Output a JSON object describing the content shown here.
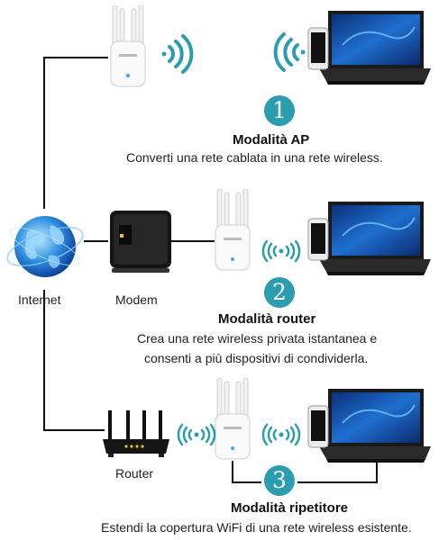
{
  "labels": {
    "internet": "Internet",
    "modem": "Modem",
    "router": "Router"
  },
  "modes": [
    {
      "number": "1",
      "title": "Modalità AP",
      "desc": [
        "Converti una rete cablata in una rete wireless."
      ]
    },
    {
      "number": "2",
      "title": "Modalità router",
      "desc": [
        "Crea una rete wireless privata istantanea e",
        "consenti a più dispositivi di condividerla."
      ]
    },
    {
      "number": "3",
      "title": "Modalità ripetitore",
      "desc": [
        "Estendi la copertura WiFi di una rete wireless esistente."
      ]
    }
  ],
  "colors": {
    "accent": "#2a9db0",
    "wire": "#111111",
    "signal": "#2a9db0",
    "laptop_screen": "#1f6fd0"
  },
  "icons": [
    "globe-icon",
    "modem-icon",
    "router-icon",
    "extender-icon",
    "wifi-signal-icon",
    "phone-icon",
    "laptop-icon"
  ]
}
